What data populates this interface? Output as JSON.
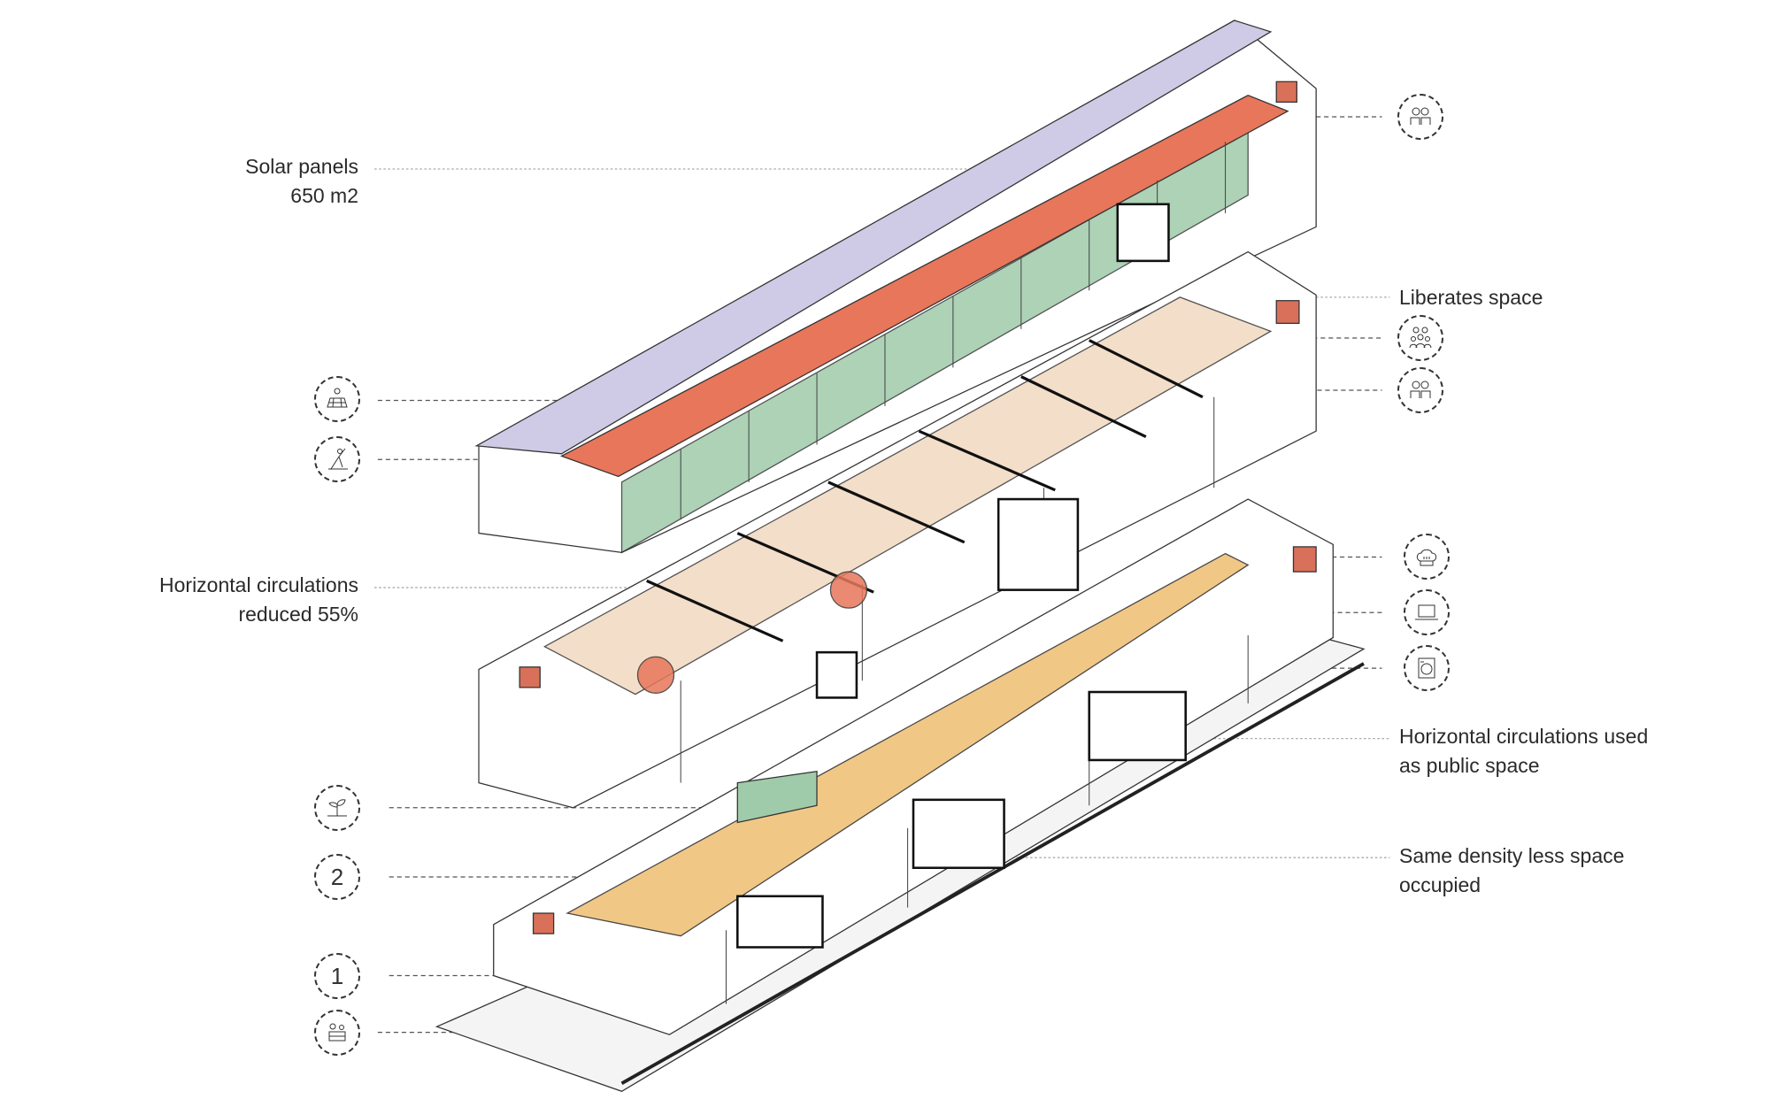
{
  "labels": {
    "solar_panels": [
      "Solar panels",
      "650 m2"
    ],
    "horizontal_reduced": [
      "Horizontal circulations",
      "reduced 55%"
    ],
    "liberates_space": "Liberates space",
    "horizontal_public": [
      "Horizontal circulations used",
      "as public space"
    ],
    "same_density": [
      "Same density less space",
      "occupied"
    ]
  },
  "left_icons": [
    {
      "icon": "solar-panel-icon"
    },
    {
      "icon": "yoga-icon"
    },
    {
      "icon": "plant-icon"
    },
    {
      "icon": "number",
      "text": "2"
    },
    {
      "icon": "number",
      "text": "1"
    },
    {
      "icon": "market-stall-icon"
    }
  ],
  "right_icons": [
    {
      "icon": "two-people-icon"
    },
    {
      "icon": "group-icon"
    },
    {
      "icon": "two-people-icon"
    },
    {
      "icon": "chef-hat-icon"
    },
    {
      "icon": "laptop-icon"
    },
    {
      "icon": "washing-machine-icon"
    }
  ],
  "colors": {
    "roof": "#cfcbe6",
    "red_circulation": "#e8765a",
    "green_panels": "#9fcbaa",
    "beige_rooms": "#f2d9c0",
    "yellow_circulation": "#f0c27a"
  }
}
